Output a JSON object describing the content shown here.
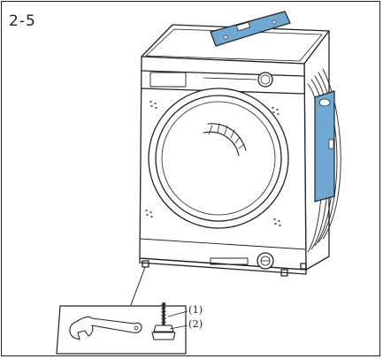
{
  "step": {
    "label": "2-5"
  },
  "callouts": [
    {
      "label": "(1)"
    },
    {
      "label": "(2)"
    }
  ],
  "colors": {
    "level": "#6fa8d0",
    "stroke": "#222222"
  },
  "icons": {
    "bubble_level_top": "spirit-level-icon",
    "bubble_level_side": "spirit-level-icon",
    "wrench": "wrench-icon",
    "leveling_foot": "adjustable-foot-icon"
  }
}
